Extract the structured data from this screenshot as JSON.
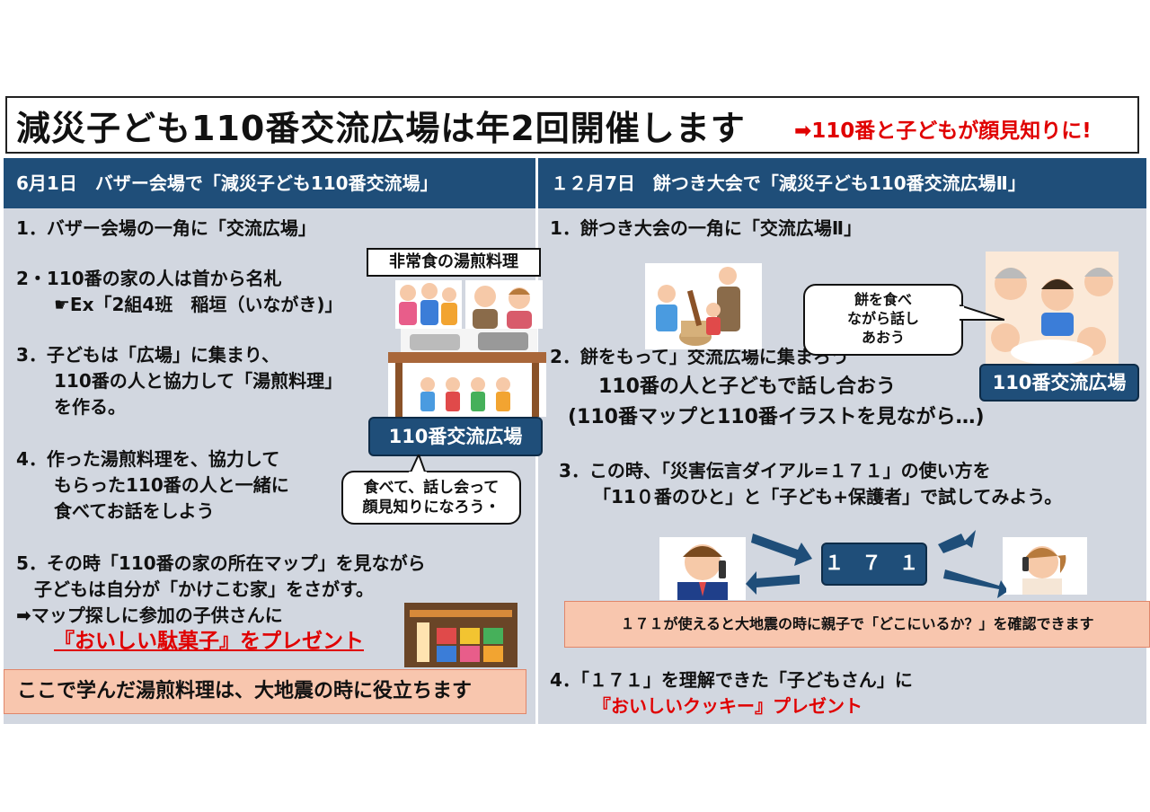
{
  "title": {
    "main": "減災子ども110番交流広場は年2回開催します",
    "sub": "➡110番と子どもが顔見知りに!"
  },
  "left": {
    "header": "6月1日　バザー会場で「減災子ども110番交流場」",
    "item1": "1．バザー会場の一角に「交流広場」",
    "item2_a": "2・110番の家の人は首から名札",
    "item2_b": "☛Ex「2組4班　稲垣（いながき)」",
    "item3_a": "3．子どもは「広場」に集まり、",
    "item3_b": "110番の人と協力して「湯煎料理」",
    "item3_c": "を作る。",
    "item4_a": "4．作った湯煎料理を、協力して",
    "item4_b": "もらった110番の人と一緒に",
    "item4_c": "食べてお話をしよう",
    "item5_a": "5．その時「110番の家の所在マップ」を見ながら",
    "item5_b": "子どもは自分が「かけこむ家」をさがす。",
    "item5_c": "➡マップ探しに参加の子供さんに",
    "item5_d": "『おいしい駄菓子』をプレゼント",
    "label_food": "非常食の湯煎料理",
    "label_plaza": "110番交流広場",
    "bubble": "食べて、話し会って\n顔見知りになろう・",
    "footer": "ここで学んだ湯煎料理は、大地震の時に役立ちます"
  },
  "right": {
    "header": "１２月7日　餅つき大会で「減災子ども110番交流広場Ⅱ」",
    "item1": "1．餅つき大会の一角に「交流広場Ⅱ」",
    "item2_a": "2．餅をもって」交流広場に集まろう",
    "item2_b": "110番の人と子どもで話し合おう",
    "item2_c": "(110番マップと110番イラストを見ながら…)",
    "item3_a": "3．この時、「災害伝言ダイアル=１７１」の使い方を",
    "item3_b": "「11０番のひと」と「子ども+保護者」で試してみよう。",
    "bubble": "餅を食べ\nながら話し\nあおう",
    "label_plaza": "110番交流広場",
    "dial": "１ ７ １",
    "note": "１７１が使えると大地震の時に親子で「どこにいるか？」を確認できます",
    "item4_a": "4．「１７１」を理解できた「子どもさん」に",
    "item4_b": "『おいしいクッキー』プレゼント"
  },
  "colors": {
    "header_bg": "#1f4e79",
    "panel_bg": "#d2d7e0",
    "accent_red": "#e00000",
    "note_bg": "#f8c6ae"
  },
  "icons": [
    "children-illustration",
    "cooking-pot-illustration",
    "rice-pounding-illustration",
    "table-talk-illustration",
    "phone-man-illustration",
    "phone-woman-illustration",
    "arrow-icon"
  ]
}
